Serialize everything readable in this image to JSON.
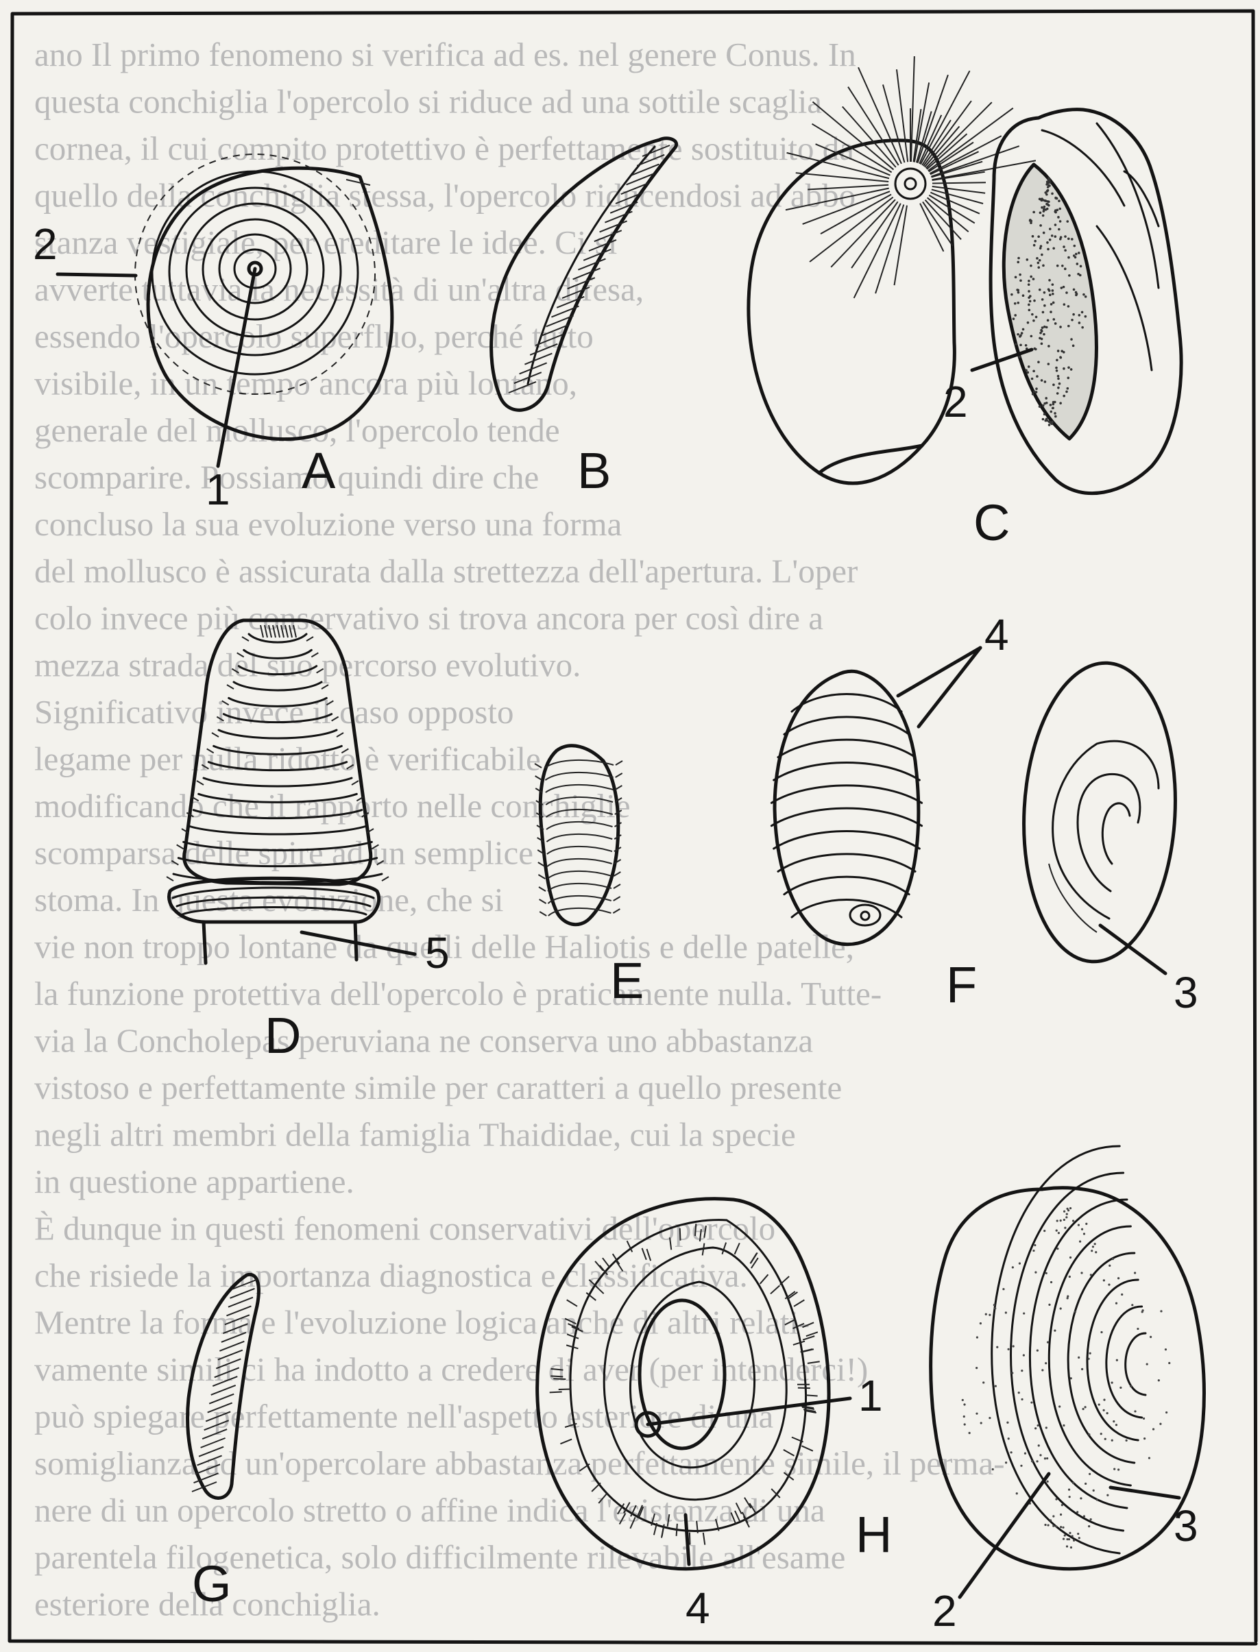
{
  "background_text": [
    "ano Il primo fenomeno si verifica ad es. nel genere Conus. In",
    "questa conchiglia l'opercolo si riduce ad una sottile scaglia",
    "cornea, il cui compito protettivo è perfettamente sostituito da",
    "quello della conchiglia stessa, l'opercolo riducendosi ad abbo",
    "stanza vestigiale, per ereditare le idee. Ci si",
    "avverte tuttavia la necessità di un'altra difesa,",
    "essendo l'opercolo superfluo, perché tutto",
    "visibile, in un tempo ancora più lontano,",
    "generale del mollusco, l'opercolo tende",
    "scomparire. Possiamo quindi dire che",
    "concluso la sua evoluzione verso una forma",
    "del mollusco è assicurata dalla strettezza dell'apertura. L'oper",
    "colo invece più conservativo si trova ancora per così dire a",
    "mezza strada del suo percorso evolutivo.",
    "Significativo invece il caso opposto",
    "legame per nulla ridotto è verificabile",
    "modificando che il rapporto nelle conchiglie",
    "scomparsa delle spire ad un semplice",
    "stoma. In questa evoluzione, che si",
    "vie non troppo lontane da quelli delle Haliotis e delle patelle,",
    "la funzione protettiva dell'opercolo è praticamente nulla. Tutte-",
    "via la Concholepas peruviana ne conserva uno abbastanza",
    "vistoso e perfettamente simile per caratteri a quello presente",
    "negli altri membri della famiglia Thaididae, cui la specie",
    "in questione appartiene.",
    "È dunque in questi fenomeni conservativi dell'opercolo",
    "che risiede la importanza diagnostica e classificativa.",
    "Mentre la forma e l'evoluzione logica anche di altri relati-",
    "vamente simili ci ha indotto a credere di aver (per intenderci!)",
    "può spiegare perfettamente nell'aspetto esteriore di una",
    "somiglianza ad un'opercolare abbastanza perfettamente simile, il perma-",
    "nere di un opercolo stretto o affine indica l'esistenza di una",
    "parentela filogenetica, solo difficilmente rilevabile all'esame",
    "esteriore della conchiglia."
  ],
  "figures": {
    "A": {
      "letter": "A",
      "labels": [
        "2",
        "1"
      ]
    },
    "B": {
      "letter": "B"
    },
    "C": {
      "letter": "C",
      "labels": [
        "2"
      ]
    },
    "D": {
      "letter": "D",
      "labels": [
        "5"
      ]
    },
    "E": {
      "letter": "E"
    },
    "F": {
      "letter": "F",
      "labels": [
        "4",
        "3"
      ]
    },
    "G": {
      "letter": "G"
    },
    "H": {
      "letter": "H",
      "labels": [
        "1",
        "4",
        "2",
        "3"
      ]
    }
  }
}
